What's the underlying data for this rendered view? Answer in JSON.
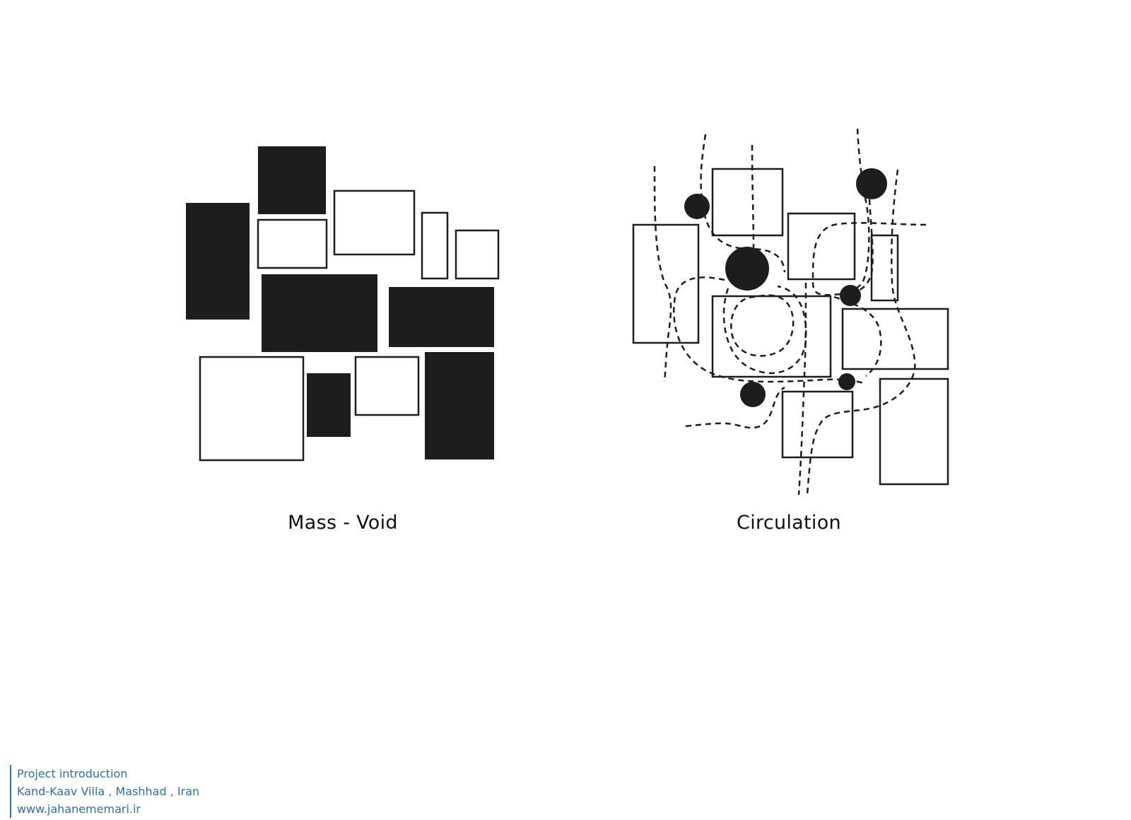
{
  "diagrams": {
    "left_label": "Mass - Void",
    "right_label": "Circulation"
  },
  "footer": {
    "line1": "Project introduction",
    "line2": "Kand-Kaav Villa , Mashhad , Iran",
    "line3": "www.jahanememari.ir"
  },
  "colors": {
    "ink": "#1d1d1d",
    "footer_text": "#2e6fa6",
    "background": "#ffffff"
  }
}
